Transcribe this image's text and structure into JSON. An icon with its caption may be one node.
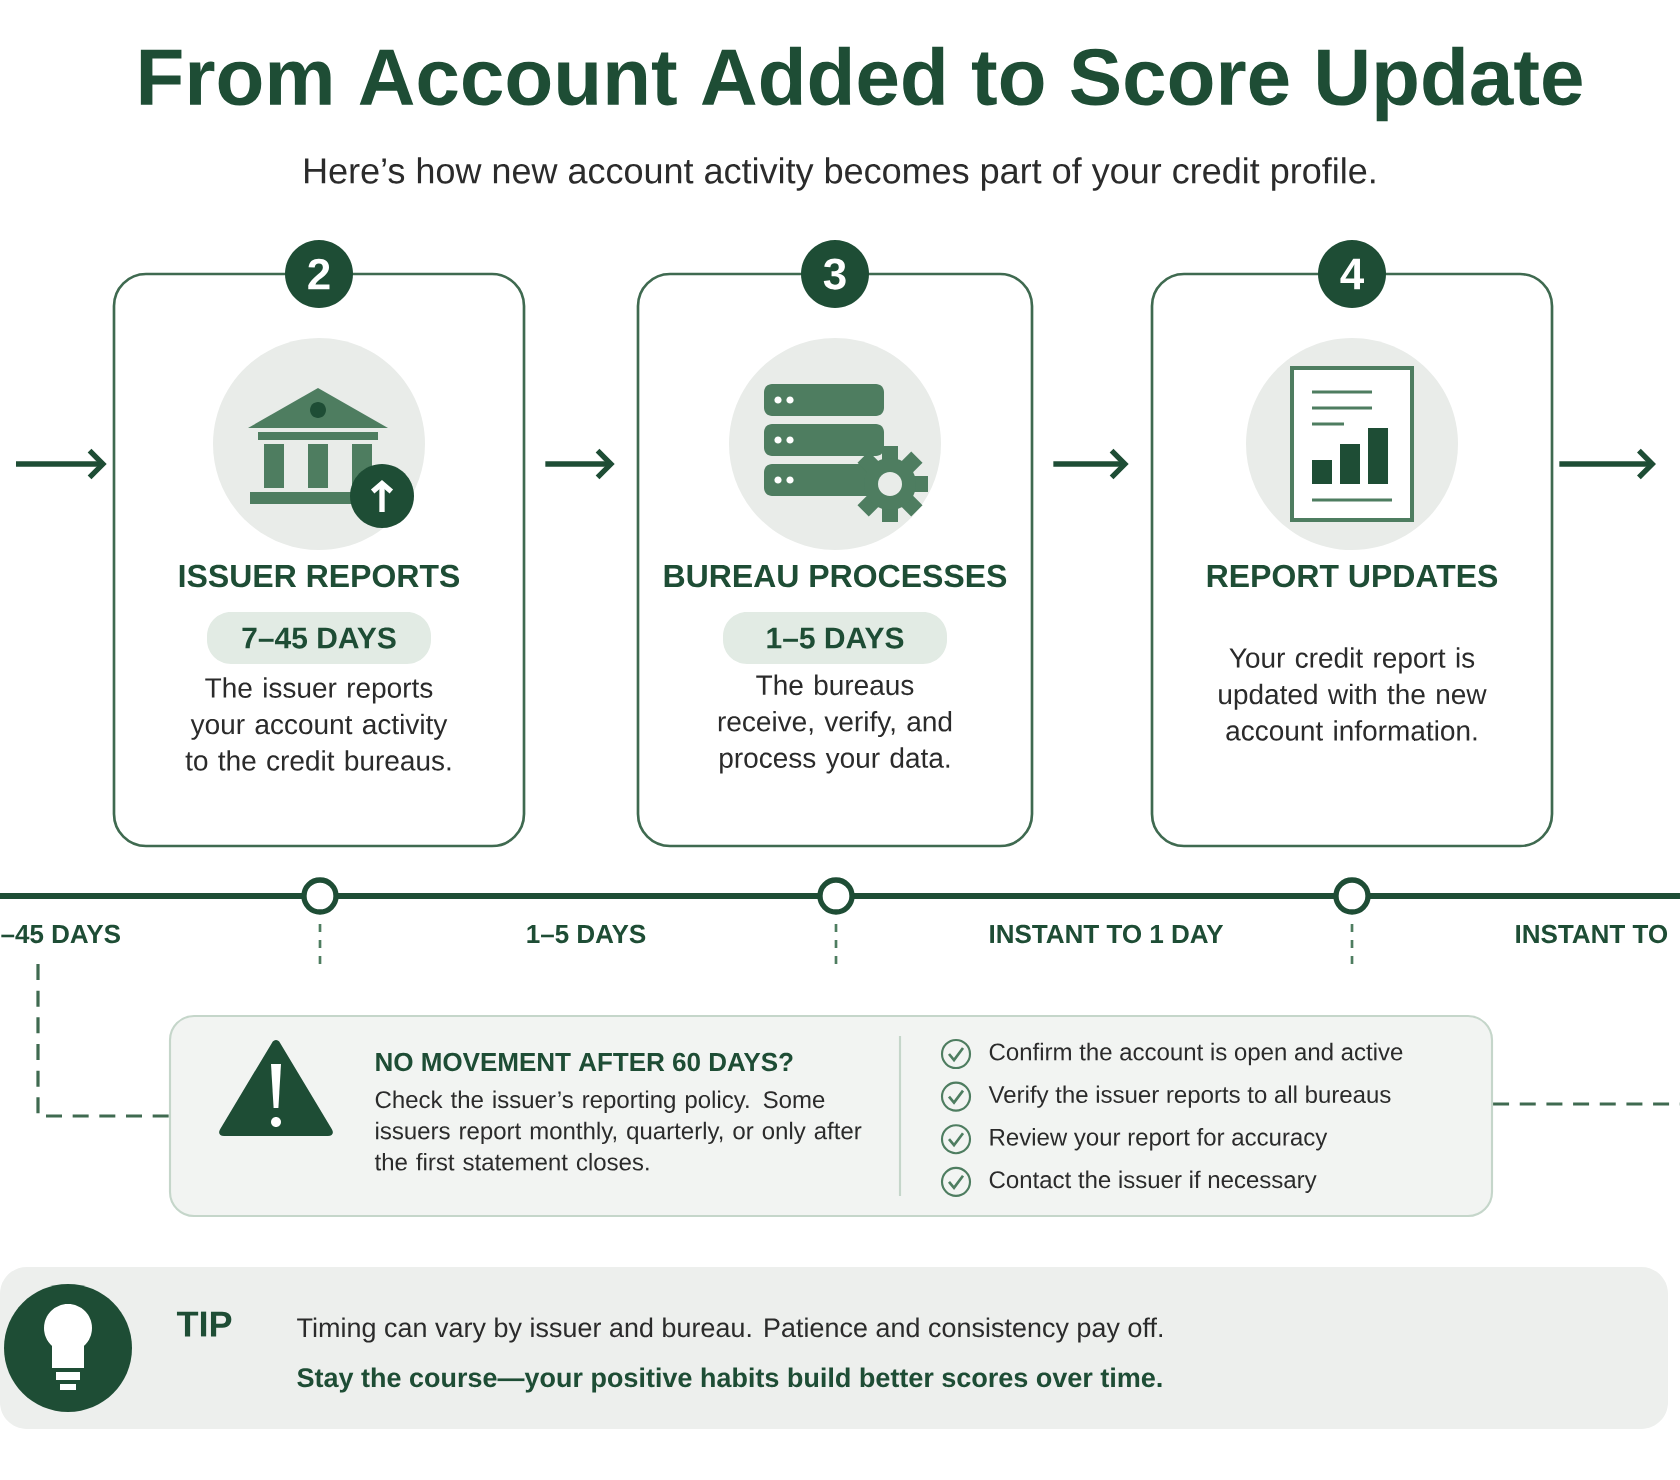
{
  "diagram": {
    "title": "From Account Added to Score Update",
    "nodes": [
      {
        "text": [
          "2",
          "ISSUER REPORTS",
          "7–45 DAYS",
          "The issuer reports your account activity to the credit bureaus."
        ]
      },
      {
        "text": [
          "3",
          "BUREAU PROCESSES",
          "1–5 DAYS",
          "The bureaus receive, verify, and process your data."
        ]
      },
      {
        "text": [
          "4",
          "REPORT UPDATES",
          "Your credit report is updated with the new account information."
        ]
      },
      {
        "text": [
          "NO MOVEMENT AFTER 60 DAYS?",
          "Check the issuer’s reporting policy. Some issuers report monthly, quarterly, or only after the first statement closes.",
          "Confirm the account is open and active",
          "Verify the issuer reports to all bureaus",
          "Review your report for accuracy",
          "Contact the issuer if necessary"
        ]
      },
      {
        "text": [
          "TIP",
          "Timing can vary by issuer and bureau. Patience and consistency pay off.",
          "Stay the course—your positive habits build better scores over time."
        ]
      }
    ],
    "edges": [
      {
        "from": null,
        "to": 0,
        "arrow": "to"
      },
      {
        "from": 0,
        "to": 1,
        "arrow": "to"
      },
      {
        "from": 1,
        "to": 2,
        "arrow": "to"
      },
      {
        "from": 2,
        "to": null,
        "arrow": "to"
      },
      {
        "from": null,
        "to": 3,
        "arrow": "none",
        "style": "dashed"
      },
      {
        "from": 3,
        "to": null,
        "arrow": "none",
        "style": "dashed"
      }
    ],
    "labels": [
      "Here’s how new account activity becomes part of your credit profile.",
      "–45 DAYS",
      "1–5 DAYS",
      "INSTANT TO 1 DAY",
      "INSTANT TO"
    ]
  }
}
